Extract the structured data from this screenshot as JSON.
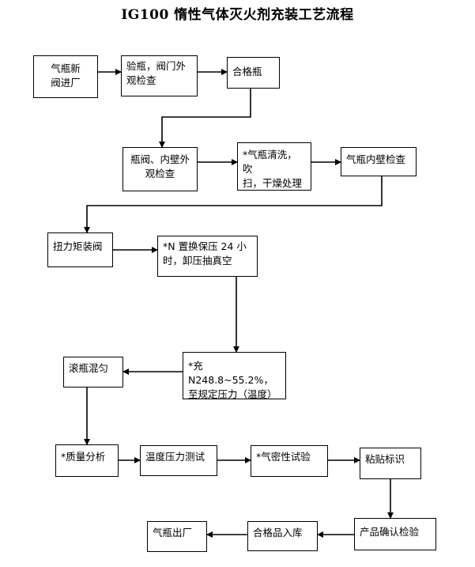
{
  "title": "IG100 惰性气体灭火剂充装工艺流程",
  "steps": {
    "s1": "气瓶新\n阀进厂",
    "s2": "验瓶，阀门外\n观检查",
    "s3": "合格瓶",
    "s4": "瓶阀、内壁外\n观检查",
    "s5": "*气瓶清洗，吹\n扫，干燥处理",
    "s6": "气瓶内壁检查",
    "s7": "扭力矩装阀",
    "s8": "*N 置换保压 24 小\n时，卸压抽真空",
    "s9": "*充 N248.8~55.2%，\n至规定压力（温度）",
    "s10": "滚瓶混匀",
    "s11": "*质量分析",
    "s12": "温度压力测试",
    "s13": "*气密性试验",
    "s14": "粘贴标识",
    "s15": "产品确认检验",
    "s16": "合格品入库",
    "s17": "气瓶出厂"
  }
}
